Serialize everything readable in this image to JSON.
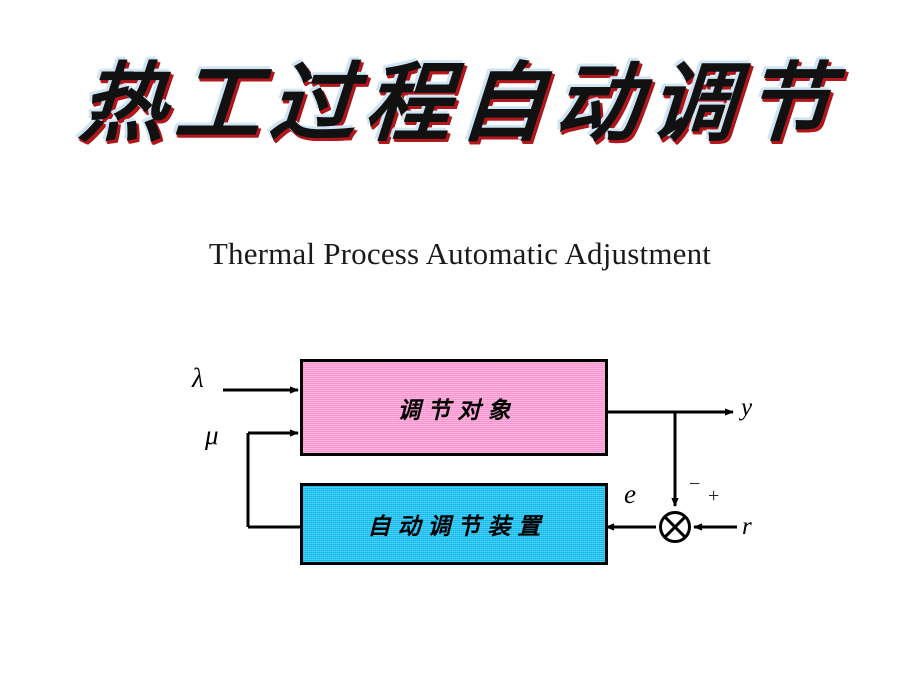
{
  "slide": {
    "background_color": "#ffffff",
    "title": "热工过程自动调节",
    "subtitle": "Thermal Process Automatic Adjustment"
  },
  "diagram": {
    "name": "closed-loop-control-block-diagram",
    "blocks": [
      {
        "id": "plant",
        "label": "调节对象",
        "fill": "#f79ad3",
        "border": "#000000"
      },
      {
        "id": "controller",
        "label": "自动调节装置",
        "fill": "#13c1f2",
        "border": "#000000"
      }
    ],
    "signals": {
      "lambda": "λ",
      "mu": "μ",
      "y": "y",
      "e": "e",
      "r": "r"
    },
    "summing_junction": {
      "type": "crossed-circle",
      "feedback_sign": "−",
      "reference_sign": "+"
    }
  }
}
